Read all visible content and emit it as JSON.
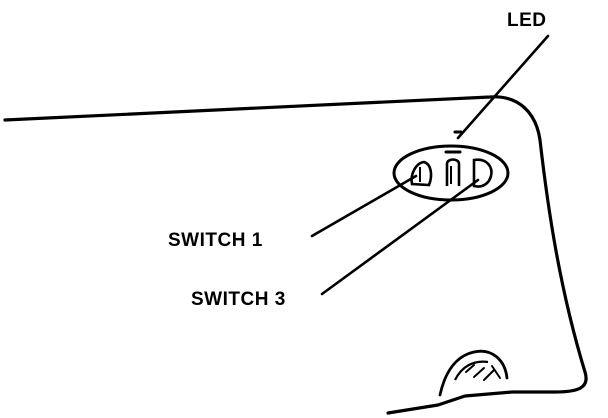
{
  "labels": {
    "led": "LED",
    "switch_1": "SWITCH 1",
    "switch_3": "SWITCH 3"
  },
  "colors": {
    "ink": "#000000",
    "paper": "#ffffff"
  }
}
